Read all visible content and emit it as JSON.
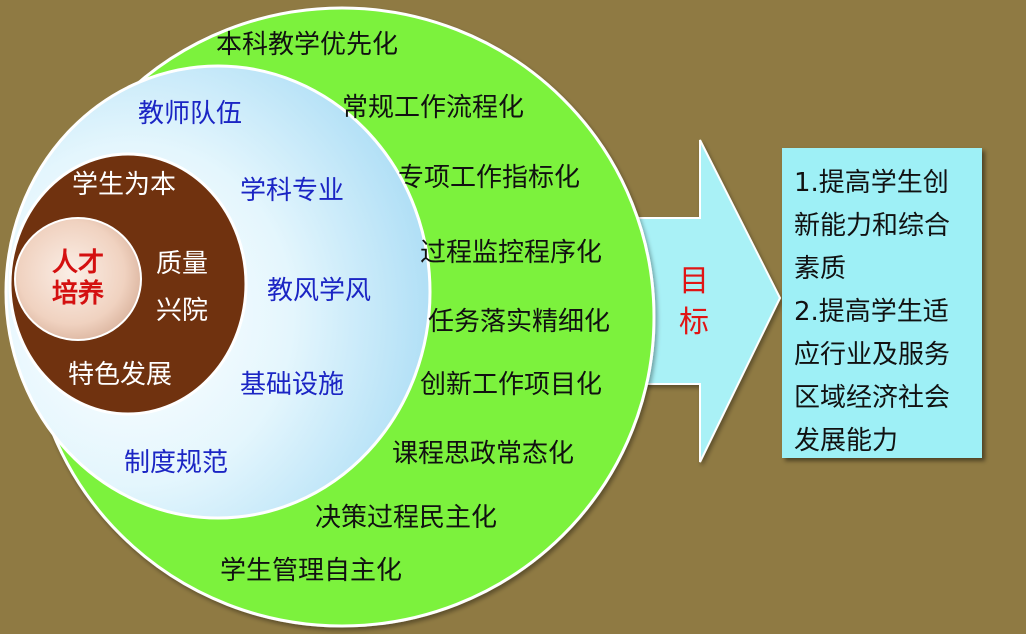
{
  "green_ring": {
    "items": [
      "本科教学优先化",
      "常规工作流程化",
      "专项工作指标化",
      "过程监控程序化",
      "任务落实精细化",
      "创新工作项目化",
      "课程思政常态化",
      "决策过程民主化",
      "学生管理自主化"
    ]
  },
  "blue_ring": {
    "items": [
      "教师队伍",
      "学科专业",
      "教风学风",
      "基础设施",
      "制度规范"
    ]
  },
  "brown_ring": {
    "top": "学生为本",
    "middle_line1": "质量",
    "middle_line2": "兴院",
    "bottom": "特色发展"
  },
  "core": {
    "line1": "人才",
    "line2": "培养"
  },
  "arrow": {
    "line1": "目",
    "line2": "标"
  },
  "goals": {
    "lines": [
      "1.提高学生创",
      "新能力和综合",
      "素质",
      "2.提高学生适",
      "应行业及服务",
      "区域经济社会",
      "发展能力"
    ]
  },
  "colors": {
    "background": "#8f7a43",
    "green": "#7bf23d",
    "light_blue": "#c5ecfb",
    "brown": "#70320f",
    "core": "#f3d8c8",
    "arrow": "#a9f1f6",
    "goal_box": "#9ef0f6",
    "blue_text": "#1b25c4",
    "red_text": "#d41010"
  }
}
